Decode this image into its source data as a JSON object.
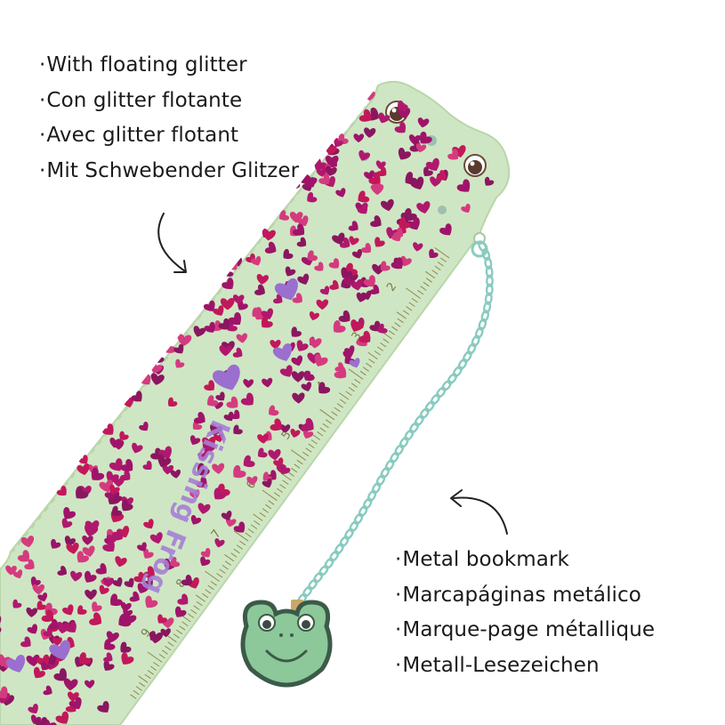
{
  "features_top": {
    "items": [
      "With floating glitter",
      "Con glitter flotante",
      "Avec glitter flotant",
      "Mit Schwebender Glitzer"
    ]
  },
  "features_bottom": {
    "items": [
      "Metal bookmark",
      "Marcapáginas metálico",
      "Marque-page métallique",
      "Metall-Lesezeichen"
    ]
  },
  "ruler": {
    "brand_text": "Kissing Frog",
    "scale_numbers": [
      "2",
      "3",
      "4",
      "5",
      "6",
      "7",
      "8",
      "9"
    ]
  },
  "bullet_symbol": "·",
  "colors": {
    "ruler_body": "#cfe6c4",
    "ruler_edge": "#bcd8ae",
    "glitter_pink": "#c2185b",
    "glitter_magenta": "#a0136a",
    "lilac_heart": "#9a6fd0",
    "chain": "#88cbbf",
    "charm_frog": "#8cc89a",
    "text": "#1a1a1a"
  }
}
